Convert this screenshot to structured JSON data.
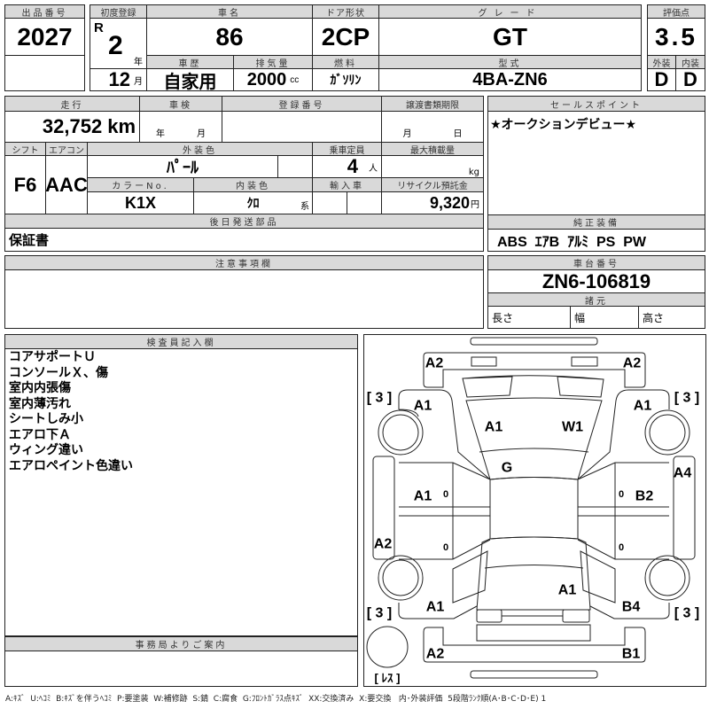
{
  "lot": {
    "label": "出品番号",
    "value": "2027"
  },
  "first_reg": {
    "label": "初度登録",
    "era": "R",
    "year": "2",
    "year_unit": "年",
    "month": "12",
    "month_unit": "月"
  },
  "car_name": {
    "label": "車名",
    "value": "86"
  },
  "doors": {
    "label": "ドア形状",
    "value": "2CP"
  },
  "grade": {
    "label": "グレード",
    "value": "GT"
  },
  "history": {
    "label": "車歴",
    "value": "自家用"
  },
  "displacement": {
    "label": "排気量",
    "value": "2000",
    "unit": "cc"
  },
  "fuel": {
    "label": "燃料",
    "value": "ｶﾞｿﾘﾝ"
  },
  "model": {
    "label": "型式",
    "value": "4BA-ZN6"
  },
  "score": {
    "label": "評価点",
    "value": "3.5",
    "ext_label": "外装",
    "int_label": "内装",
    "ext": "D",
    "int": "D"
  },
  "mileage": {
    "label": "走行",
    "value": "32,752",
    "unit": "km"
  },
  "inspection": {
    "label": "車検",
    "year_unit": "年",
    "month_unit": "月"
  },
  "registration": {
    "label": "登録番号"
  },
  "transfer": {
    "label": "譲渡書類期限",
    "month_unit": "月",
    "day_unit": "日"
  },
  "shift": {
    "label": "シフト",
    "value": "F6"
  },
  "ac": {
    "label": "エアコン",
    "value": "AAC"
  },
  "ext_color": {
    "label": "外装色",
    "value": "ﾊﾟｰﾙ"
  },
  "capacity": {
    "label": "乗車定員",
    "value": "4",
    "unit": "人"
  },
  "max_load": {
    "label": "最大積載量",
    "unit": "kg"
  },
  "color_no": {
    "label": "カラーNo.",
    "value": "K1X"
  },
  "int_color": {
    "label": "内装色",
    "value": "ｸﾛ",
    "suffix": "系"
  },
  "import": {
    "label": "輸入車"
  },
  "recycle": {
    "label": "リサイクル預託金",
    "value": "9,320",
    "unit": "円"
  },
  "later_parts": {
    "label": "後日発送部品",
    "value": "保証書"
  },
  "sales_point": {
    "label": "セールスポイント",
    "value": "★オークションデビュー★"
  },
  "equipment": {
    "label": "純正装備",
    "value": "ABS  ｴｱB  ｱﾙﾐ  PS  PW"
  },
  "notes": {
    "label": "注意事項欄"
  },
  "chassis": {
    "label": "車台番号",
    "value": "ZN6-106819"
  },
  "specs": {
    "label": "諸元",
    "length": "長さ",
    "width": "幅",
    "height": "高さ"
  },
  "inspector": {
    "label": "検査員記入欄",
    "lines": [
      "コアサポートＵ",
      "コンソールＸ、傷",
      "室内内張傷",
      "室内薄汚れ",
      "シートしみ小",
      "エアロ下Ａ",
      "ウィング違い",
      "エアロペイント色違い"
    ]
  },
  "office": {
    "label": "事務局よりご案内"
  },
  "diagram": {
    "marks": [
      "A2",
      "A2",
      "[ 3 ]",
      "A1",
      "A1",
      "W1",
      "A1",
      "[ 3 ]",
      "G",
      "A4",
      "A1",
      "0",
      "0",
      "B2",
      "A2",
      "0",
      "0",
      "A1",
      "A1",
      "B4",
      "[ 3 ]",
      "[ 3 ]",
      "A2",
      "B1",
      "[ ﾚｽ ]"
    ]
  },
  "legend": "A:ｷｽﾞ  U:ﾍｺﾐ  B:ｷｽﾞを伴うﾍｺﾐ  P:要塗装  W:補修跡  S:錆  C:腐食  G:ﾌﾛﾝﾄｶﾞﾗｽ点ｷｽﾞ  XX:交換済み  X:要交換   内･外装評価  5段階ﾗﾝｸ順(A･B･C･D･E) 1"
}
